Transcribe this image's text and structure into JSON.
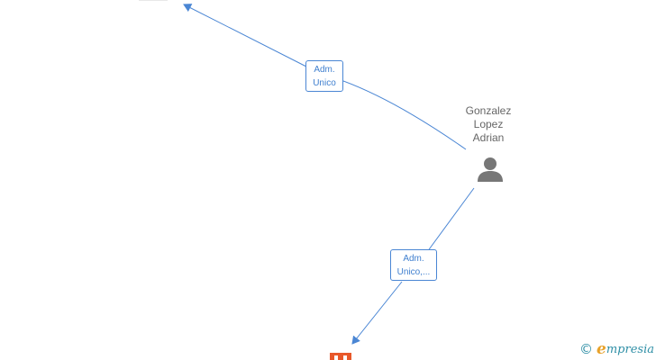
{
  "diagram": {
    "edges": [
      {
        "from": "gonzalez-lopez-adrian",
        "to": "top-company",
        "label_lines": [
          "Adm.",
          "Unico"
        ]
      },
      {
        "from": "gonzalez-lopez-adrian",
        "to": "bottom-company",
        "label_lines": [
          "Adm.",
          "Unico,..."
        ]
      }
    ],
    "person": {
      "name_lines": [
        "Gonzalez",
        "Lopez",
        "Adrian"
      ],
      "icon": "person-icon"
    },
    "company_icon": "building-icon",
    "colors": {
      "edge": "#4a86d4",
      "label_text": "#3f7fcf",
      "person_icon": "#777777",
      "company_icon": "#e8582a"
    }
  },
  "brand": {
    "copyright_symbol": "©",
    "e_letter": "e",
    "word": "mpresia"
  }
}
